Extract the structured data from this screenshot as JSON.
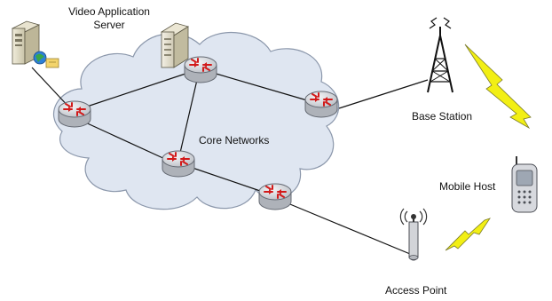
{
  "labels": {
    "video_server_line1": "Video Application",
    "video_server_line2": "Server",
    "core_networks": "Core Networks",
    "base_station": "Base Station",
    "mobile_host": "Mobile Host",
    "access_point": "Access Point"
  },
  "colors": {
    "cloud_fill": "#dfe6f1",
    "cloud_stroke": "#8b97ab",
    "router_body": "#d4d6db",
    "router_arrow": "#d21919",
    "link": "#111111",
    "lightning_fill": "#f2ef14",
    "lightning_stroke": "#7b7b2a"
  },
  "icons": {
    "server": "server-icon",
    "datacenter": "datacenter-server-icon",
    "router": "router-icon",
    "tower": "cell-tower-icon",
    "access_point": "access-point-icon",
    "phone": "mobile-phone-icon",
    "wireless": "lightning-icon"
  }
}
